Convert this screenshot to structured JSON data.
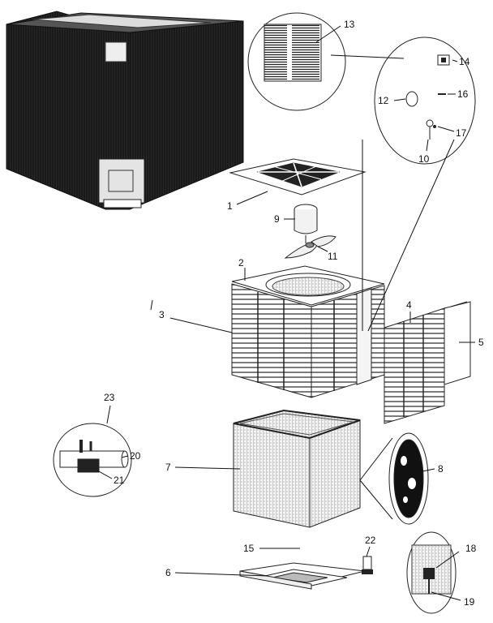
{
  "callouts": [
    {
      "id": "c1",
      "text": "1"
    },
    {
      "id": "c2",
      "text": "2"
    },
    {
      "id": "c3",
      "text": "3"
    },
    {
      "id": "c4",
      "text": "4"
    },
    {
      "id": "c5",
      "text": "5"
    },
    {
      "id": "c6",
      "text": "6"
    },
    {
      "id": "c7",
      "text": "7"
    },
    {
      "id": "c8",
      "text": "8"
    },
    {
      "id": "c9",
      "text": "9"
    },
    {
      "id": "c10",
      "text": "10"
    },
    {
      "id": "c11",
      "text": "11"
    },
    {
      "id": "c12",
      "text": "12"
    },
    {
      "id": "c13",
      "text": "13"
    },
    {
      "id": "c14",
      "text": "14"
    },
    {
      "id": "c15",
      "text": "15"
    },
    {
      "id": "c16",
      "text": "16"
    },
    {
      "id": "c17",
      "text": "17"
    },
    {
      "id": "c18",
      "text": "18"
    },
    {
      "id": "c19",
      "text": "19"
    },
    {
      "id": "c20",
      "text": "20"
    },
    {
      "id": "c21",
      "text": "21"
    },
    {
      "id": "c22",
      "text": "22"
    },
    {
      "id": "c23",
      "text": "23"
    }
  ],
  "colors": {
    "ink": "#111111",
    "background": "#ffffff"
  }
}
